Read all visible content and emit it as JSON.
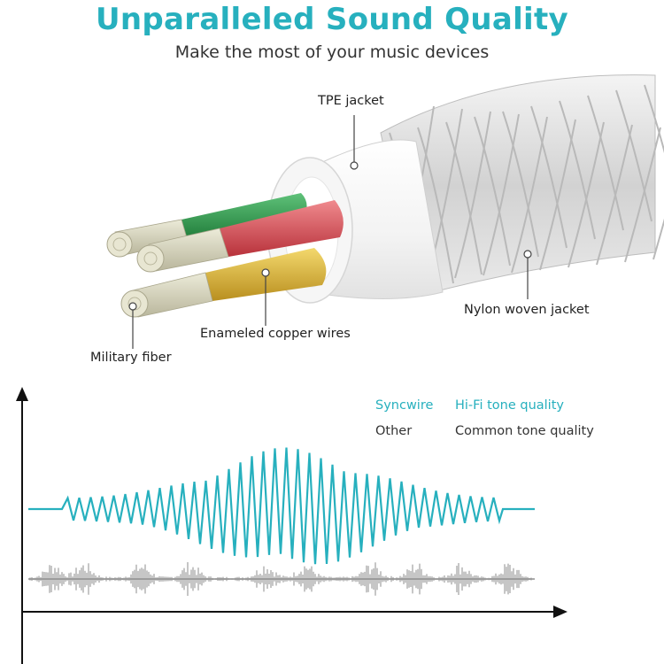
{
  "header": {
    "title": "Unparalleled Sound Quality",
    "subtitle": "Make the most of your music devices"
  },
  "callouts": {
    "tpe_jacket": "TPE jacket",
    "nylon_jacket": "Nylon woven jacket",
    "copper_wires": "Enameled copper wires",
    "military_fiber": "Military fiber"
  },
  "legend": {
    "brand": "Syncwire",
    "brand_quality": "Hi-Fi tone quality",
    "other": "Other",
    "other_quality": "Common tone quality"
  },
  "colors": {
    "accent": "#27B0BE",
    "wave_other": "#8E8E8E",
    "wire_green": "#2E9B4C",
    "wire_red": "#D9474F",
    "wire_yellow": "#E0B83C",
    "fiber": "#D8D5BE",
    "jacket": "#FFFFFF",
    "braid": "#DCDCDC",
    "text": "#222222"
  }
}
